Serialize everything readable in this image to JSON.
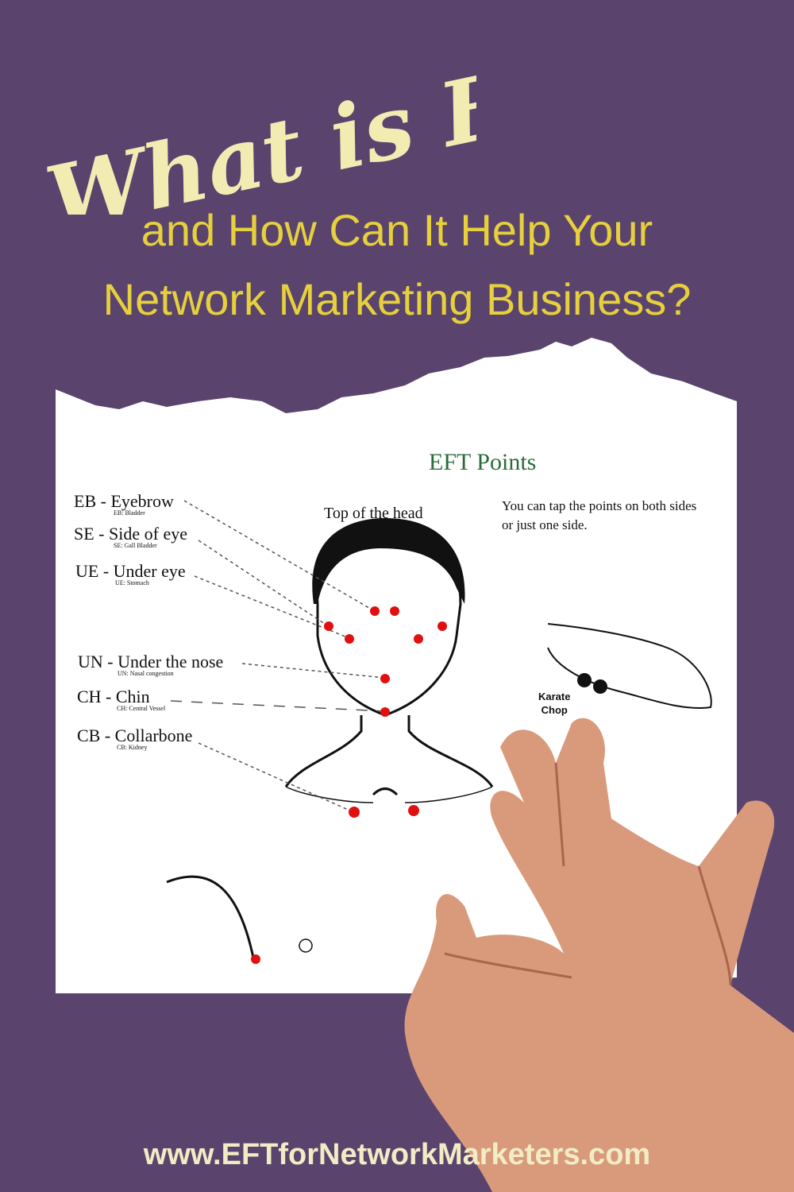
{
  "title": {
    "script_line": "What is EFT",
    "line1": "and How Can It Help Your",
    "line2": "Network Marketing Business?"
  },
  "chart": {
    "heading": "EFT Points",
    "top_of_head": "Top of the head",
    "note": "You can tap the points on both sides or just one side.",
    "karate_chop": [
      "Karate",
      "Chop"
    ],
    "points": [
      {
        "label": "EB - Eyebrow",
        "sub": "EB: Bladder"
      },
      {
        "label": "SE - Side of eye",
        "sub": "SE: Gall Bladder"
      },
      {
        "label": "UE - Under eye",
        "sub": "UE: Stomach"
      },
      {
        "label": "UN - Under the nose",
        "sub": "UN: Nasal congestion"
      },
      {
        "label": "CH - Chin",
        "sub": "CH: Central Vessel"
      },
      {
        "label": "CB - Collarbone",
        "sub": "CB: Kidney"
      }
    ]
  },
  "footer": {
    "url": "www.EFTforNetworkMarketers.com"
  },
  "colors": {
    "background": "#5a446e",
    "title": "#f3ecb2",
    "subtitle": "#e6d03c",
    "point": "#e01010"
  }
}
